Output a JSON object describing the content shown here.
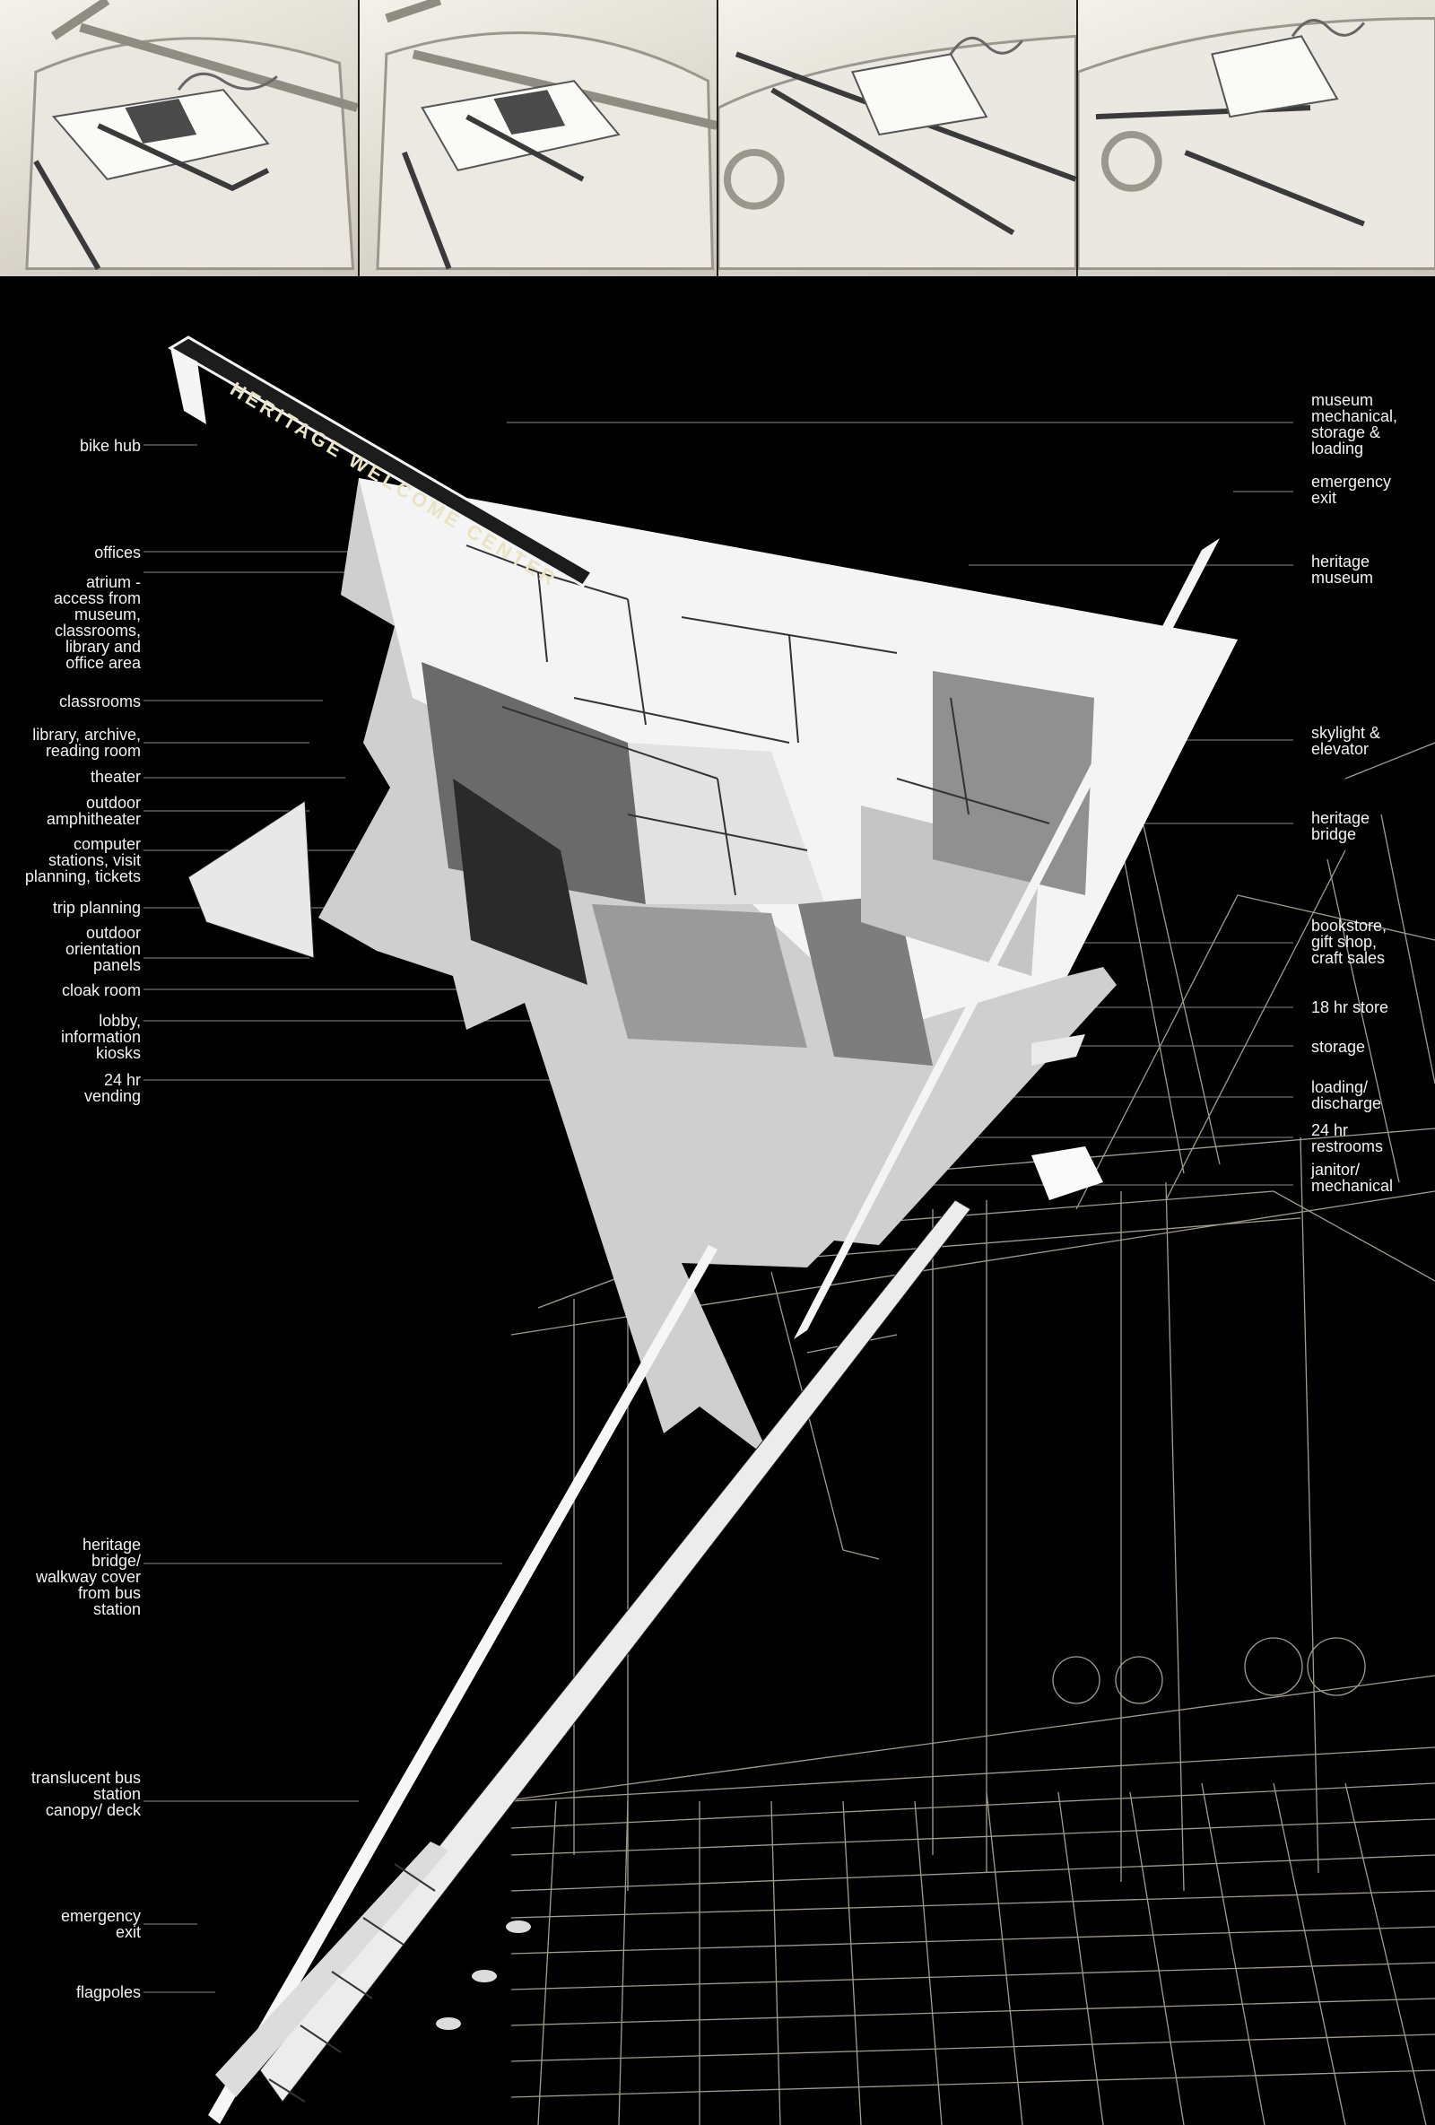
{
  "sign_text": "HERITAGE WELCOME CENTER",
  "colors": {
    "background": "#000000",
    "label_text": "#f2f2f2",
    "leader_line": "#8a8a8a",
    "model_wall": "#e6e6e6",
    "model_roof": "#f7f7f7",
    "wireframe": "#d8d2b8"
  },
  "thumbnails": [
    {
      "name": "model-view-1"
    },
    {
      "name": "model-view-2"
    },
    {
      "name": "model-view-3"
    },
    {
      "name": "model-view-4"
    }
  ],
  "left_labels": [
    "bike hub",
    "offices",
    "atrium -\naccess from\nmuseum,\nclassrooms,\nlibrary and\noffice area",
    "classrooms",
    "library, archive,\nreading room",
    "theater",
    "outdoor\namphitheater",
    "computer\nstations, visit\nplanning, tickets",
    "trip planning",
    "outdoor\norientation\npanels",
    "cloak room",
    "lobby,\ninformation\nkiosks",
    "24 hr\nvending",
    "heritage\nbridge/\nwalkway cover\nfrom bus\nstation",
    "translucent bus\nstation\ncanopy/ deck",
    "emergency\nexit",
    "flagpoles"
  ],
  "right_labels": [
    "museum\nmechanical,\nstorage &\nloading",
    "emergency\nexit",
    "heritage\nmuseum",
    "skylight &\nelevator",
    "heritage\nbridge",
    "bookstore,\ngift shop,\ncraft sales",
    "18 hr store",
    "storage",
    "loading/\ndischarge",
    "24 hr\nrestrooms",
    "janitor/\nmechanical"
  ]
}
